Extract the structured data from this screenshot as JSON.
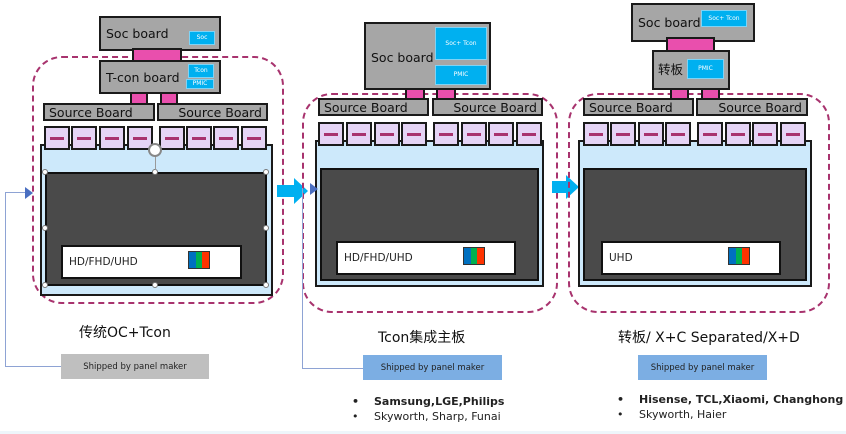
{
  "colors": {
    "board_gray": "#a6a6a6",
    "chip_blue": "#00b0f0",
    "connector_pink": "#e94fad",
    "ic_lavender": "#e5d4f5",
    "dash_magenta": "#a8336e",
    "panel_light_blue": "#cde9fb",
    "screen_dark": "#4a4a4a",
    "arrow_blue": "#00b0f0",
    "shipped_gray": "#bfbfbf",
    "shipped_blue": "#7caee3",
    "rgb": [
      "#0070c0",
      "#00b050",
      "#ff3300"
    ]
  },
  "diagrams": [
    {
      "soc_board": {
        "label": "Soc board",
        "chips": [
          "Soc"
        ]
      },
      "tcon_board": {
        "label": "T-con board",
        "chips": [
          "Tcon",
          "PMIC"
        ]
      },
      "source_boards": [
        "Source Board",
        "Source Board"
      ],
      "resolution": "HD/FHD/UHD",
      "caption": "传统OC+Tcon",
      "shipped": "Shipped by panel maker",
      "brands_bold": "",
      "brands_regular": ""
    },
    {
      "soc_board": {
        "label": "Soc board",
        "chips": [
          "Soc+ Tcon",
          "PMIC"
        ]
      },
      "source_boards": [
        "Source Board",
        "Source Board"
      ],
      "resolution": "HD/FHD/UHD",
      "caption": "Tcon集成主板",
      "shipped": "Shipped by panel maker",
      "brands_bold": "Samsung,LGE,Philips",
      "brands_regular": "Skyworth, Sharp, Funai"
    },
    {
      "soc_board": {
        "label": "Soc board",
        "chips": [
          "Soc+ Tcon"
        ]
      },
      "adapter_board": {
        "label": "转板",
        "chips": [
          "PMIC"
        ]
      },
      "source_boards": [
        "Source Board",
        "Source Board"
      ],
      "resolution": "UHD",
      "caption": "转板/ X+C Separated/X+D",
      "shipped": "Shipped by panel maker",
      "brands_bold": "Hisense, TCL,Xiaomi, Changhong",
      "brands_regular": "Skyworth, Haier"
    }
  ]
}
